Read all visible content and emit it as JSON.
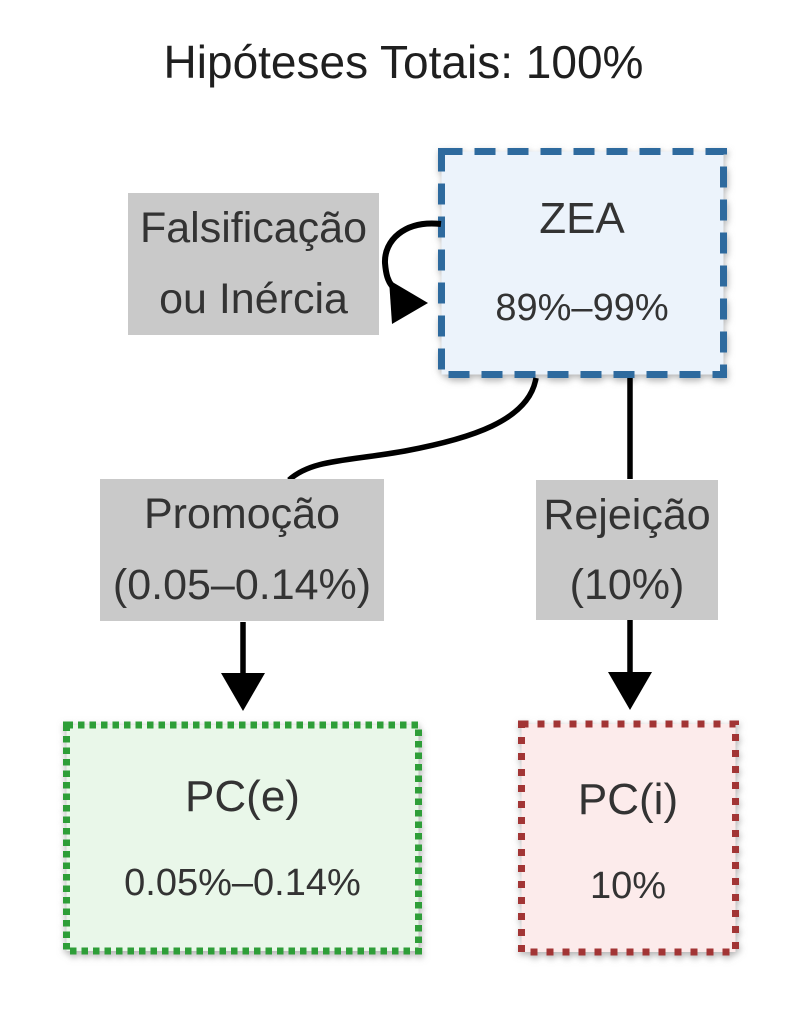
{
  "title": "Hipóteses Totais: 100%",
  "nodes": {
    "zea": {
      "label": "ZEA",
      "value": "89%–99%"
    },
    "pce": {
      "label": "PC(e)",
      "value": "0.05%–0.14%"
    },
    "pci": {
      "label": "PC(i)",
      "value": "10%"
    }
  },
  "edge_labels": {
    "falsificacao": {
      "line1": "Falsificação",
      "line2": "ou Inércia"
    },
    "promocao": {
      "line1": "Promoção",
      "line2": "(0.05–0.14%)"
    },
    "rejeicao": {
      "line1": "Rejeição",
      "line2": "(10%)"
    }
  },
  "edges": [
    {
      "from": "ZEA",
      "to": "ZEA",
      "label": "Falsificação ou Inércia",
      "style": "self-loop"
    },
    {
      "from": "ZEA",
      "to": "PC(e)",
      "label": "Promoção (0.05–0.14%)",
      "style": "curved-arrow"
    },
    {
      "from": "ZEA",
      "to": "PC(i)",
      "label": "Rejeição (10%)",
      "style": "straight-arrow"
    }
  ],
  "colors": {
    "background": "#ffffff",
    "title_color": "#1f1f1f",
    "text_color": "#333333",
    "label_bg": "#c9c9c9",
    "edge_color": "#000000",
    "zea_fill": "#ecf3fb",
    "zea_border": "#2f6a9e",
    "pce_fill": "#e9f7e9",
    "pce_border": "#2e9e38",
    "pci_fill": "#fcebeb",
    "pci_border": "#a23535"
  }
}
